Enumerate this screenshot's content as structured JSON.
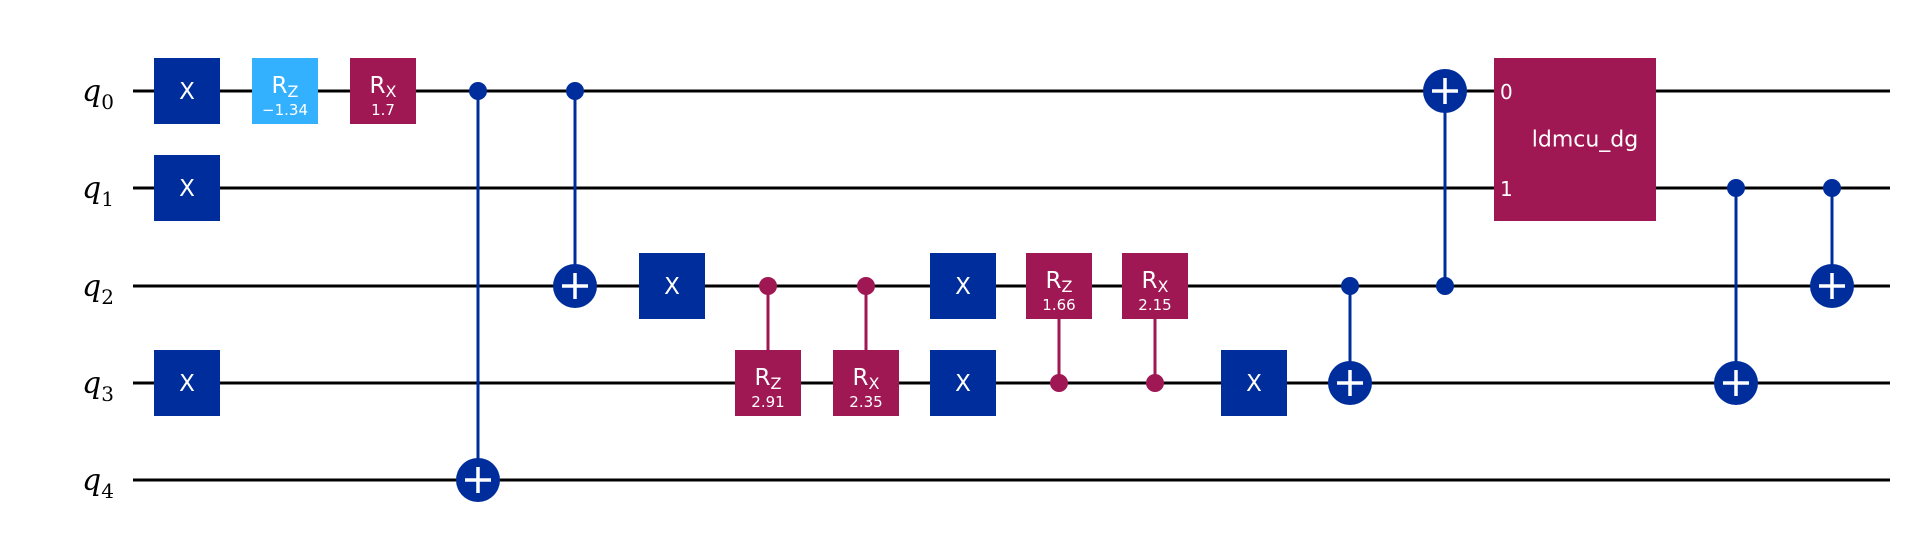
{
  "colors": {
    "x_gate": "#002d9c",
    "rz_single": "#33b1ff",
    "rot": "#9f1853",
    "wire": "#000000",
    "text": "#ffffff"
  },
  "qubits": [
    {
      "name": "q",
      "index": "0"
    },
    {
      "name": "q",
      "index": "1"
    },
    {
      "name": "q",
      "index": "2"
    },
    {
      "name": "q",
      "index": "3"
    },
    {
      "name": "q",
      "index": "4"
    }
  ],
  "gates": [
    {
      "kind": "single",
      "label": "X",
      "qubit": 0,
      "col": 0,
      "color": "x_gate"
    },
    {
      "kind": "single",
      "label": "X",
      "qubit": 1,
      "col": 0,
      "color": "x_gate"
    },
    {
      "kind": "single",
      "label": "X",
      "qubit": 3,
      "col": 0,
      "color": "x_gate"
    },
    {
      "kind": "rot",
      "base": "R",
      "sub": "Z",
      "param": "−1.34",
      "qubit": 0,
      "col": 1,
      "color": "rz_single",
      "textColor": "#000000"
    },
    {
      "kind": "rot",
      "base": "R",
      "sub": "X",
      "param": "1.7",
      "qubit": 0,
      "col": 2,
      "color": "rot"
    },
    {
      "kind": "cx",
      "control": 0,
      "target": 4,
      "col": 3,
      "color": "x_gate"
    },
    {
      "kind": "cx",
      "control": 0,
      "target": 2,
      "col": 4,
      "color": "x_gate"
    },
    {
      "kind": "single",
      "label": "X",
      "qubit": 2,
      "col": 5,
      "color": "x_gate"
    },
    {
      "kind": "crot",
      "control": 2,
      "target": 3,
      "base": "R",
      "sub": "Z",
      "param": "2.91",
      "col": 6,
      "color": "rot"
    },
    {
      "kind": "crot",
      "control": 2,
      "target": 3,
      "base": "R",
      "sub": "X",
      "param": "2.35",
      "col": 7,
      "color": "rot"
    },
    {
      "kind": "single",
      "label": "X",
      "qubit": 2,
      "col": 8,
      "color": "x_gate"
    },
    {
      "kind": "single",
      "label": "X",
      "qubit": 3,
      "col": 8,
      "color": "x_gate"
    },
    {
      "kind": "crot",
      "control": 3,
      "target": 2,
      "base": "R",
      "sub": "Z",
      "param": "1.66",
      "col": 9,
      "color": "rot"
    },
    {
      "kind": "crot",
      "control": 3,
      "target": 2,
      "base": "R",
      "sub": "X",
      "param": "2.15",
      "col": 10,
      "color": "rot"
    },
    {
      "kind": "single",
      "label": "X",
      "qubit": 3,
      "col": 11,
      "color": "x_gate"
    },
    {
      "kind": "cx",
      "control": 2,
      "target": 3,
      "col": 12,
      "color": "x_gate"
    },
    {
      "kind": "cx",
      "control": 2,
      "target": 0,
      "col": 13,
      "color": "x_gate"
    },
    {
      "kind": "multi",
      "label": "ldmcu_dg",
      "qubits": [
        0,
        1
      ],
      "ports": [
        "0",
        "1"
      ],
      "col": 14,
      "color": "rot"
    },
    {
      "kind": "cx",
      "control": 1,
      "target": 3,
      "col": 15,
      "color": "x_gate"
    },
    {
      "kind": "cx",
      "control": 1,
      "target": 2,
      "col": 16,
      "color": "x_gate"
    }
  ]
}
